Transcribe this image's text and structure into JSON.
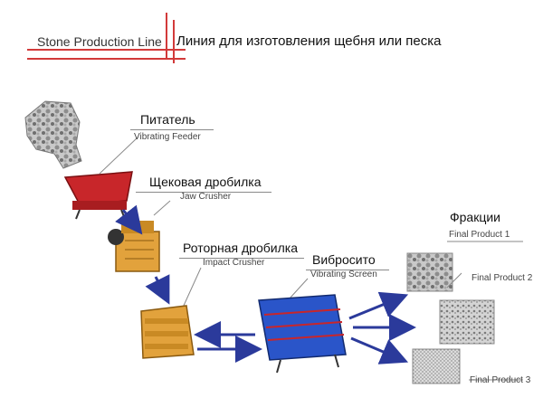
{
  "header": {
    "title_en": "Stone Production Line",
    "title_ru": "Линия для изготовления щебня или песка"
  },
  "stages": {
    "feeder": {
      "label_ru": "Питатель",
      "label_en": "Vibrating Feeder"
    },
    "jaw": {
      "label_ru": "Щековая дробилка",
      "label_en": "Jaw Crusher"
    },
    "impact": {
      "label_ru": "Роторная дробилка",
      "label_en": "Impact Crusher"
    },
    "screen": {
      "label_ru": "Вибросито",
      "label_en": "Vibrating Screen"
    },
    "products": {
      "heading": "Фракции",
      "items": [
        "Final Product 1",
        "Final Product 2",
        "Final Product 3"
      ]
    }
  },
  "colors": {
    "accent_red": "#d23a3a",
    "machine_red": "#c8262a",
    "machine_orange": "#e2a23c",
    "arrow_blue": "#2b3a9b",
    "screen_blue": "#2a55c9"
  }
}
